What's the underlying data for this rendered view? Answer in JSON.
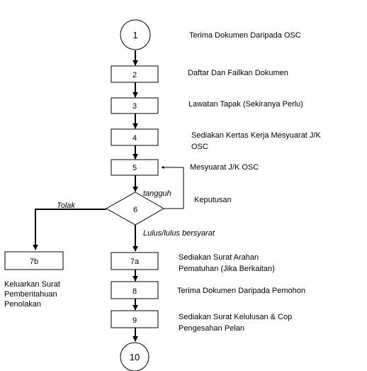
{
  "steps": {
    "s1": {
      "num": "1",
      "desc": "Terima Dokumen Daripada OSC"
    },
    "s2": {
      "num": "2",
      "desc": "Daftar Dan Failkan Dokumen"
    },
    "s3": {
      "num": "3",
      "desc": "Lawatan Tapak (Sekiranya Perlu)"
    },
    "s4": {
      "num": "4",
      "desc_line1": "Sediakan Kertas  Kerja Mesyuarat J/K",
      "desc_line2": "OSC"
    },
    "s5": {
      "num": "5",
      "desc": "Mesyuarat J/K OSC"
    },
    "s6": {
      "num": "6",
      "desc": "Keputusan"
    },
    "s7a": {
      "num": "7a",
      "desc_line1": "Sediakan  Surat Arahan",
      "desc_line2": "Pematuhan (Jika Berkaitan)"
    },
    "s7b": {
      "num": "7b",
      "desc_line1": "Keluarkan Surat",
      "desc_line2": "Pemberitahuan",
      "desc_line3": "Penolakan"
    },
    "s8": {
      "num": "8",
      "desc": "Terima Dokumen Daripada Pemohon"
    },
    "s9": {
      "num": "9",
      "desc_line1": "Sediakan Surat Kelulusan & Cop",
      "desc_line2": "Pengesahan Pelan"
    },
    "s10": {
      "num": "10"
    }
  },
  "branches": {
    "defer": "tangguh",
    "reject": "Tolak",
    "approve": "Lulus/lulus bersyarat"
  }
}
